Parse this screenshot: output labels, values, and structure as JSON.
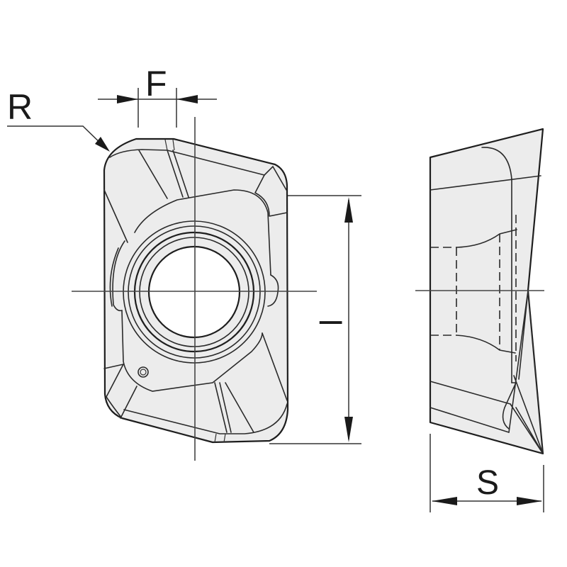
{
  "diagram": {
    "type": "technical-drawing",
    "subject": "indexable cutting insert",
    "views": [
      {
        "name": "front-view",
        "description": "top view of insert with central screw hole"
      },
      {
        "name": "side-view",
        "description": "side profile of insert with hidden lines"
      }
    ],
    "colors": {
      "outline": "#1e1e1e",
      "fill": "#ececec",
      "background": "#ffffff"
    }
  },
  "labels": {
    "corner_radius": "R",
    "facet_width": "F",
    "length": "l",
    "thickness": "S"
  }
}
